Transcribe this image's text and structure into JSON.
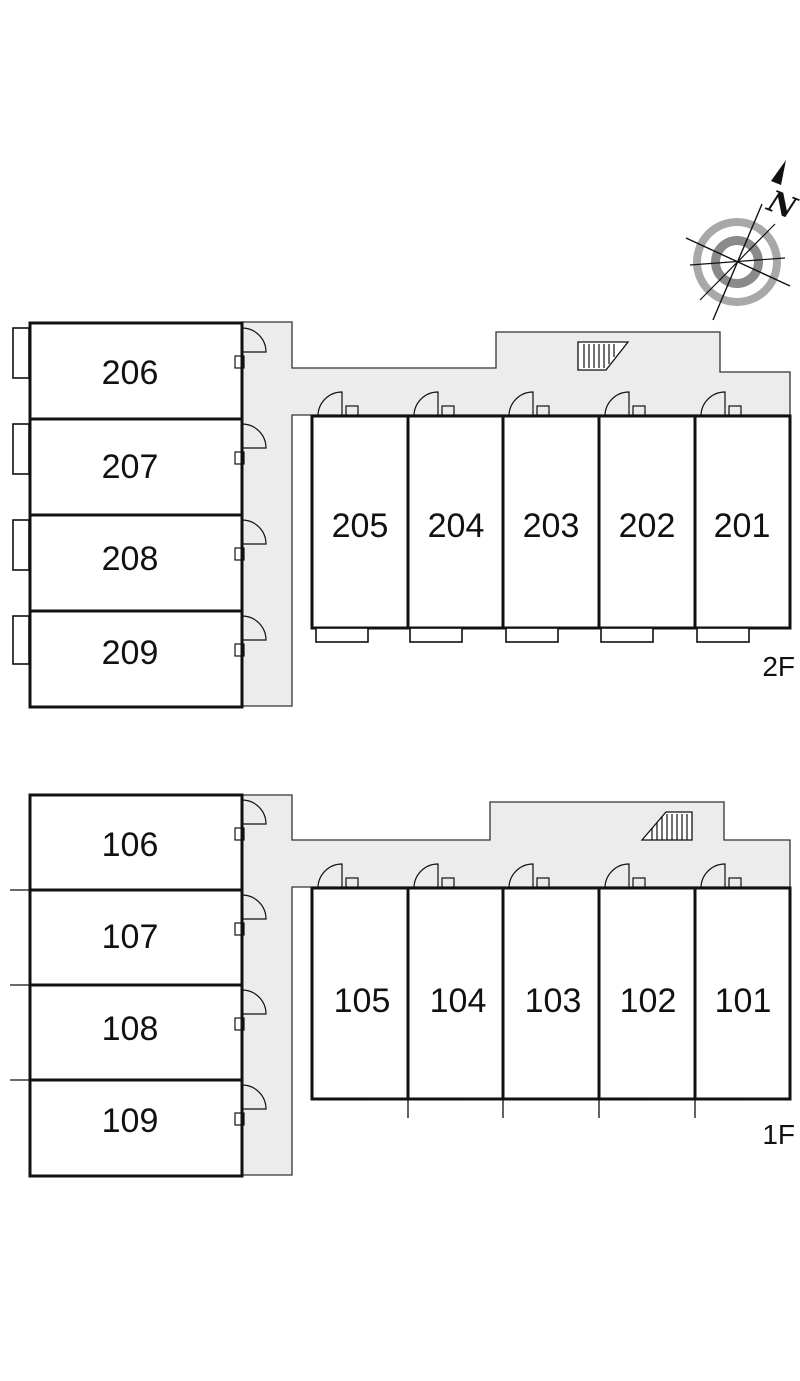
{
  "compass": {
    "label": "N",
    "icon": "north-compass-icon"
  },
  "floors": {
    "second": {
      "label": "2F",
      "west_rooms": [
        "206",
        "207",
        "208",
        "209"
      ],
      "south_rooms": [
        "205",
        "204",
        "203",
        "202",
        "201"
      ],
      "stair_icon": "staircase-icon"
    },
    "first": {
      "label": "1F",
      "west_rooms": [
        "106",
        "107",
        "108",
        "109"
      ],
      "south_rooms": [
        "105",
        "104",
        "103",
        "102",
        "101"
      ],
      "stair_icon": "staircase-icon"
    }
  }
}
